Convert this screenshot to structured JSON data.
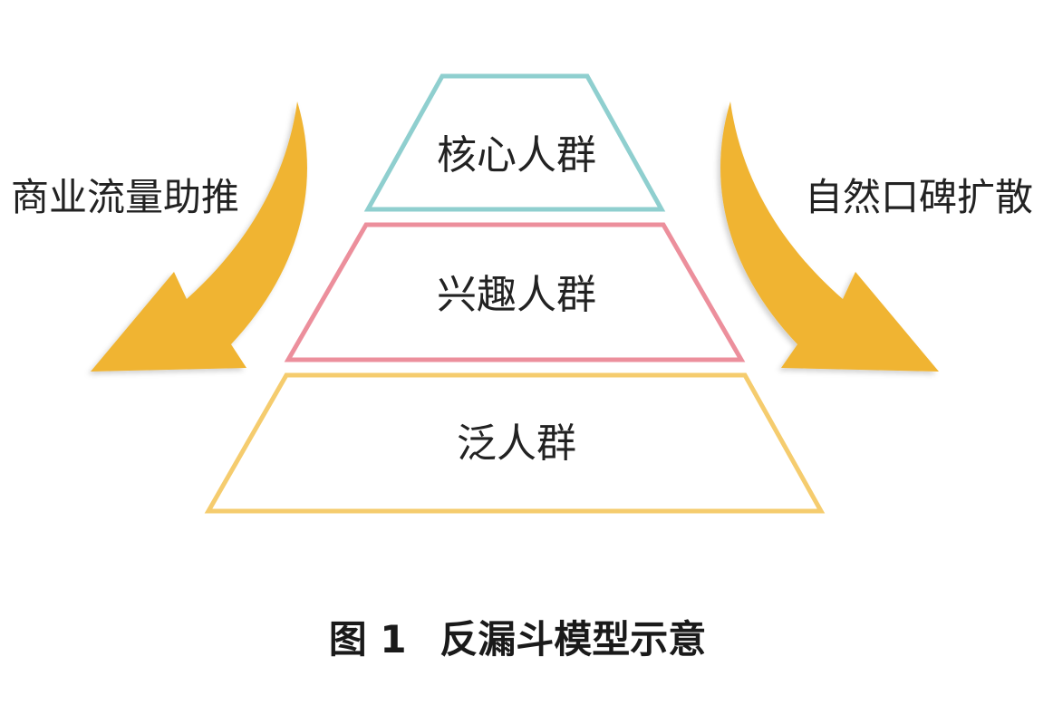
{
  "diagram": {
    "tiers": [
      {
        "label": "核心人群",
        "color": "#8fcfcf"
      },
      {
        "label": "兴趣人群",
        "color": "#ec8f9c"
      },
      {
        "label": "泛人群",
        "color": "#f5cc6e"
      }
    ],
    "left_arrow_label": "商业流量助推",
    "right_arrow_label": "自然口碑扩散",
    "arrow_color": "#f0b430"
  },
  "caption": {
    "figure_number": "图 1",
    "title": "反漏斗模型示意"
  }
}
